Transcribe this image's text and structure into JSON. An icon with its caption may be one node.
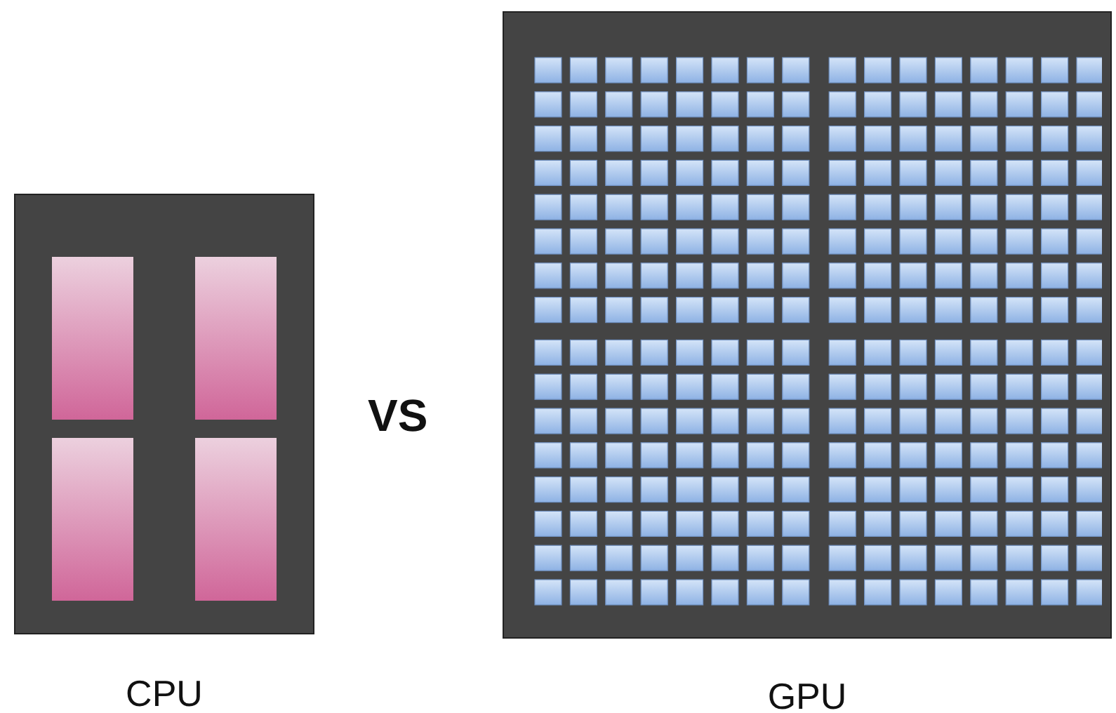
{
  "diagram": {
    "nodes": [
      {
        "text": [
          "CPU"
        ]
      },
      {
        "text": [
          "GPU"
        ]
      }
    ],
    "edges": [],
    "labels": [
      "VS"
    ]
  }
}
